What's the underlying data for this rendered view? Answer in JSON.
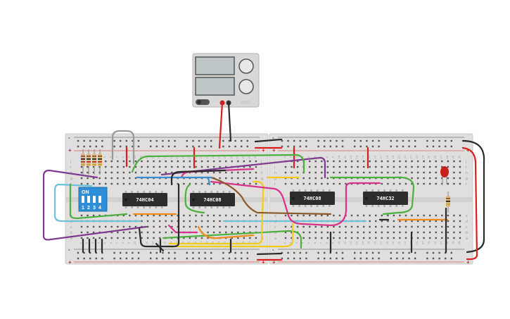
{
  "power_supply": {
    "knob_1": "knob",
    "knob_2": "knob",
    "button": "on-button"
  },
  "breadboards": [
    {
      "name": "breadboard-left"
    },
    {
      "name": "breadboard-right"
    }
  ],
  "rails": {
    "plus": "+",
    "minus": "-"
  },
  "row_letters_top": [
    "j",
    "i",
    "h",
    "g",
    "f"
  ],
  "row_letters_bottom": [
    "e",
    "d",
    "c",
    "b",
    "a"
  ],
  "column_numbers": [
    "1",
    "2",
    "3",
    "4",
    "5",
    "6",
    "7",
    "8",
    "9",
    "10",
    "11",
    "12",
    "13",
    "14",
    "15",
    "16",
    "17",
    "18",
    "19",
    "20",
    "21",
    "22",
    "23",
    "24",
    "25",
    "26",
    "27",
    "28",
    "29",
    "30"
  ],
  "dip_switch": {
    "on_label": "ON",
    "numbers": [
      "1",
      "2",
      "3",
      "4"
    ]
  },
  "chips": [
    {
      "label": "74HC04"
    },
    {
      "label": "74HC08"
    },
    {
      "label": "74HC08"
    },
    {
      "label": "74HC32"
    }
  ],
  "colors": {
    "breadboard": "#e0dfdd",
    "chip": "#2d2d2d",
    "dip_switch": "#2f8fd6",
    "wire_red": "#d8201f",
    "wire_black": "#2a2a2a",
    "wire_green": "#4caf3e",
    "wire_purple": "#7e3b8f",
    "wire_cyan": "#6ec1d8",
    "wire_yellow": "#f2cc1c",
    "wire_orange": "#f08a1f",
    "wire_magenta": "#d6348a",
    "wire_brown": "#8b5a2b",
    "wire_blue": "#3a8fd6",
    "led": "#c8201c"
  }
}
